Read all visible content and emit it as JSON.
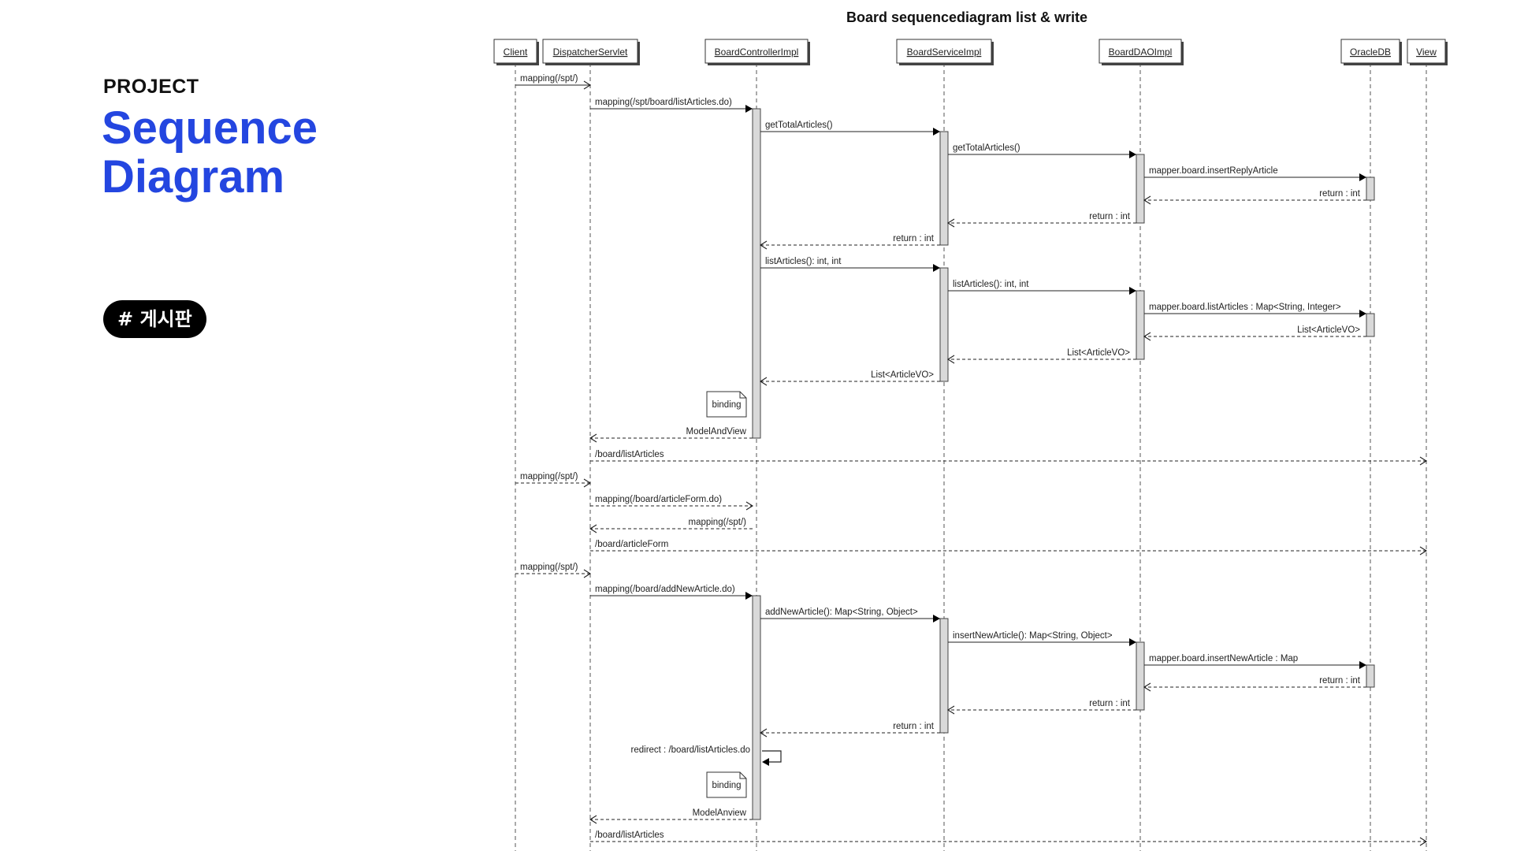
{
  "project_label": "PROJECT",
  "title_line1": "Sequence",
  "title_line2": "Diagram",
  "tag": "# 게시판",
  "colors": {
    "accent": "#2446e0",
    "tag_bg": "#000000"
  },
  "diagram": {
    "title": "Board sequencediagram list & write",
    "participants": [
      "Client",
      "DispatcherServlet",
      "BoardControllerImpl",
      "BoardServiceImpl",
      "BoardDAOImpl",
      "OracleDB",
      "View"
    ],
    "messages": [
      {
        "text": "mapping(/spt/)",
        "from": "Client",
        "to": "DispatcherServlet",
        "style": "solid-open"
      },
      {
        "text": "mapping(/spt/board/listArticles.do)",
        "from": "DispatcherServlet",
        "to": "BoardControllerImpl",
        "style": "solid"
      },
      {
        "text": "getTotalArticles()",
        "from": "BoardControllerImpl",
        "to": "BoardServiceImpl",
        "style": "solid"
      },
      {
        "text": "getTotalArticles()",
        "from": "BoardServiceImpl",
        "to": "BoardDAOImpl",
        "style": "solid"
      },
      {
        "text": "mapper.board.insertReplyArticle",
        "from": "BoardDAOImpl",
        "to": "OracleDB",
        "style": "solid"
      },
      {
        "text": "return : int",
        "from": "OracleDB",
        "to": "BoardDAOImpl",
        "style": "dashed"
      },
      {
        "text": "return : int",
        "from": "BoardDAOImpl",
        "to": "BoardServiceImpl",
        "style": "dashed"
      },
      {
        "text": "return : int",
        "from": "BoardServiceImpl",
        "to": "BoardControllerImpl",
        "style": "dashed"
      },
      {
        "text": "listArticles(): int, int",
        "from": "BoardControllerImpl",
        "to": "BoardServiceImpl",
        "style": "solid"
      },
      {
        "text": "listArticles(): int, int",
        "from": "BoardServiceImpl",
        "to": "BoardDAOImpl",
        "style": "solid"
      },
      {
        "text": "mapper.board.listArticles : Map<String, Integer>",
        "from": "BoardDAOImpl",
        "to": "OracleDB",
        "style": "solid"
      },
      {
        "text": "List<ArticleVO>",
        "from": "OracleDB",
        "to": "BoardDAOImpl",
        "style": "dashed"
      },
      {
        "text": "List<ArticleVO>",
        "from": "BoardDAOImpl",
        "to": "BoardServiceImpl",
        "style": "dashed"
      },
      {
        "text": "List<ArticleVO>",
        "from": "BoardServiceImpl",
        "to": "BoardControllerImpl",
        "style": "dashed"
      },
      {
        "text": "ModelAndView",
        "from": "BoardControllerImpl",
        "to": "DispatcherServlet",
        "style": "dashed"
      },
      {
        "text": "/board/listArticles",
        "from": "DispatcherServlet",
        "to": "View",
        "style": "dashed"
      },
      {
        "text": "mapping(/spt/)",
        "from": "Client",
        "to": "DispatcherServlet",
        "style": "dashed"
      },
      {
        "text": "mapping(/board/articleForm.do)",
        "from": "DispatcherServlet",
        "to": "BoardControllerImpl",
        "style": "dashed"
      },
      {
        "text": "mapping(/spt/)",
        "from": "BoardControllerImpl",
        "to": "DispatcherServlet",
        "style": "dashed"
      },
      {
        "text": "/board/articleForm",
        "from": "DispatcherServlet",
        "to": "View",
        "style": "dashed"
      },
      {
        "text": "mapping(/spt/)",
        "from": "Client",
        "to": "DispatcherServlet",
        "style": "dashed"
      },
      {
        "text": "mapping(/board/addNewArticle.do)",
        "from": "DispatcherServlet",
        "to": "BoardControllerImpl",
        "style": "solid"
      },
      {
        "text": "addNewArticle(): Map<String, Object>",
        "from": "BoardControllerImpl",
        "to": "BoardServiceImpl",
        "style": "solid"
      },
      {
        "text": "insertNewArticle(): Map<String, Object>",
        "from": "BoardServiceImpl",
        "to": "BoardDAOImpl",
        "style": "solid"
      },
      {
        "text": "mapper.board.insertNewArticle : Map",
        "from": "BoardDAOImpl",
        "to": "OracleDB",
        "style": "solid"
      },
      {
        "text": "return : int",
        "from": "OracleDB",
        "to": "BoardDAOImpl",
        "style": "dashed"
      },
      {
        "text": "return : int",
        "from": "BoardDAOImpl",
        "to": "BoardServiceImpl",
        "style": "dashed"
      },
      {
        "text": "return : int",
        "from": "BoardServiceImpl",
        "to": "BoardControllerImpl",
        "style": "dashed"
      },
      {
        "text": "redirect : /board/listArticles.do",
        "from": "BoardControllerImpl",
        "to": "BoardControllerImpl",
        "style": "self"
      },
      {
        "text": "ModelAnview",
        "from": "BoardControllerImpl",
        "to": "DispatcherServlet",
        "style": "dashed"
      },
      {
        "text": "/board/listArticles",
        "from": "DispatcherServlet",
        "to": "View",
        "style": "dashed"
      }
    ],
    "notes": [
      {
        "text": "binding",
        "at": "BoardControllerImpl"
      },
      {
        "text": "binding",
        "at": "BoardControllerImpl"
      }
    ]
  }
}
